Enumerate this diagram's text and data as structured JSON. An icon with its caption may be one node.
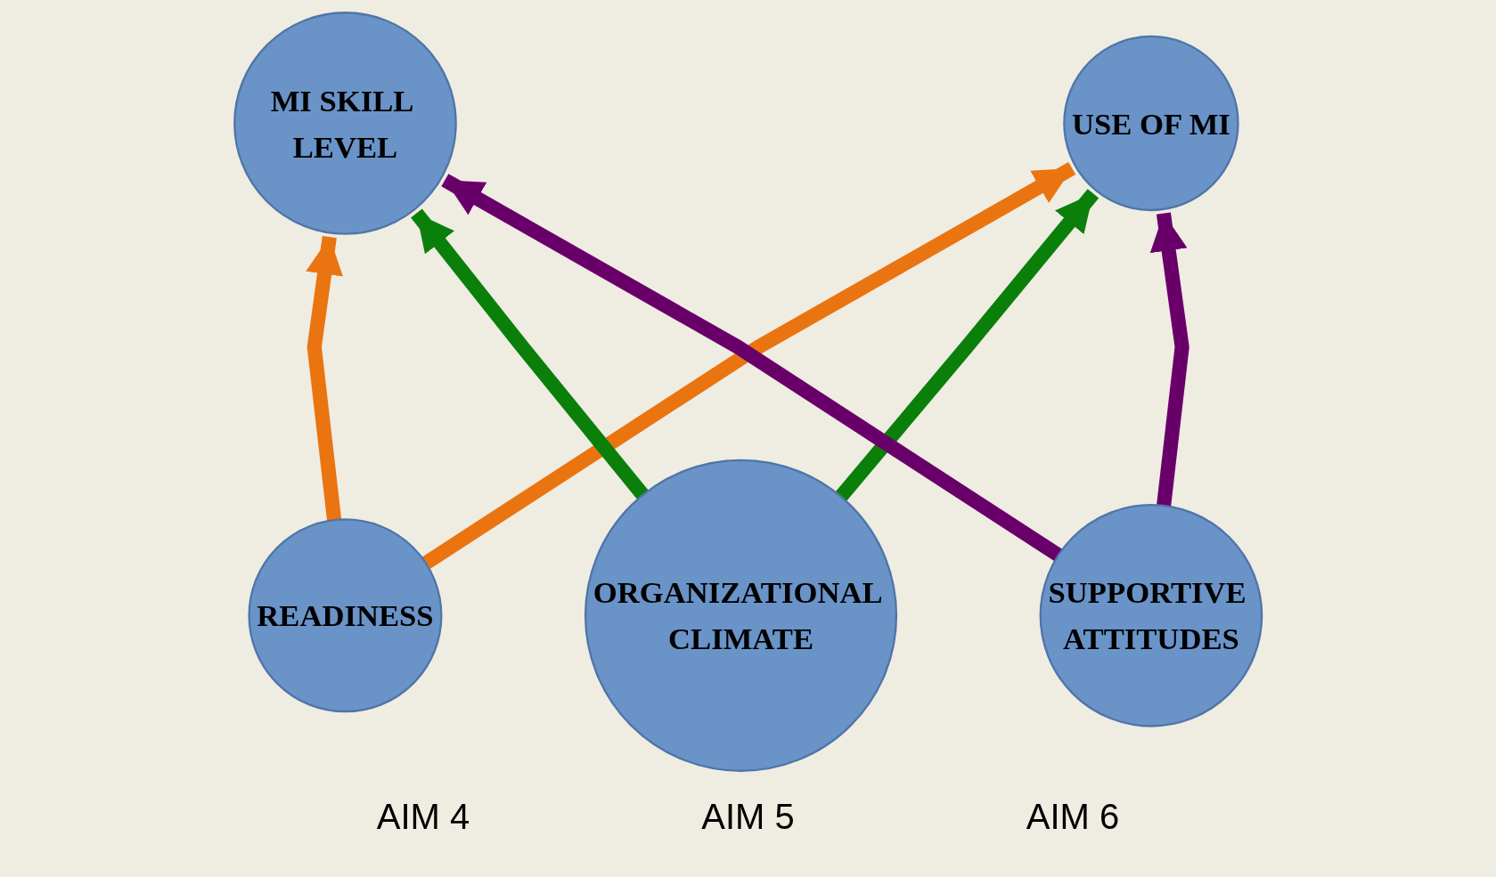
{
  "diagram": {
    "nodes": [
      {
        "text": [
          "MI SKILL LEVEL"
        ]
      },
      {
        "text": [
          "USE OF MI"
        ]
      },
      {
        "text": [
          "READINESS"
        ]
      },
      {
        "text": [
          "ORGANIZATIONAL CLIMATE"
        ]
      },
      {
        "text": [
          "SUPPORTIVE ATTITUDES"
        ]
      }
    ],
    "edges": [
      {
        "from": 2,
        "to": 0,
        "arrow": "to",
        "color": "#ea7410"
      },
      {
        "from": 2,
        "to": 1,
        "arrow": "to",
        "color": "#ea7410"
      },
      {
        "from": 3,
        "to": 0,
        "arrow": "to",
        "color": "#0a7f0a"
      },
      {
        "from": 3,
        "to": 1,
        "arrow": "to",
        "color": "#0a7f0a"
      },
      {
        "from": 4,
        "to": 0,
        "arrow": "to",
        "color": "#690069"
      },
      {
        "from": 4,
        "to": 1,
        "arrow": "to",
        "color": "#690069"
      }
    ],
    "labels": [
      "AIM 4",
      "AIM 5",
      "AIM 6"
    ]
  }
}
